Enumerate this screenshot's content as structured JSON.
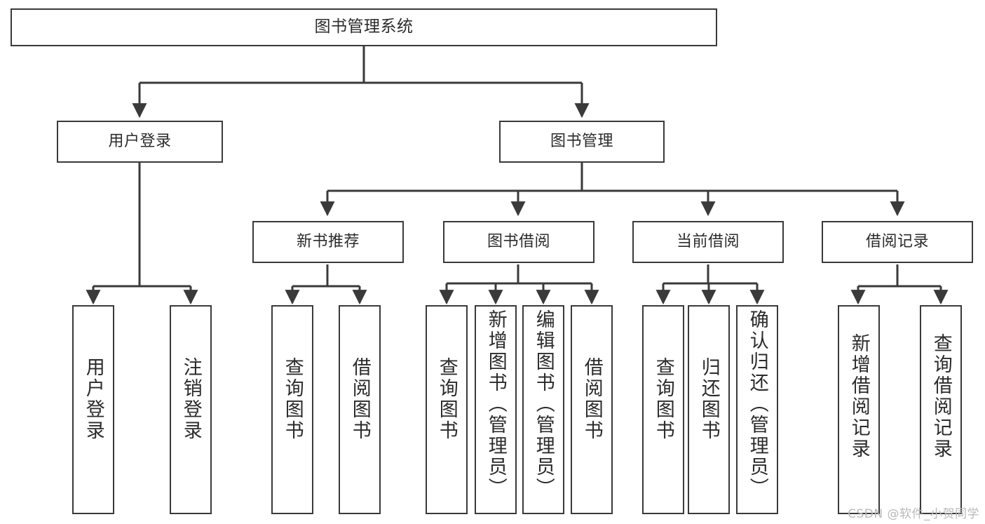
{
  "diagram": {
    "type": "tree-hierarchy",
    "title": "图书管理系统",
    "root": {
      "id": "root",
      "label": "图书管理系统"
    },
    "level1": [
      {
        "id": "user-login",
        "label": "用户登录"
      },
      {
        "id": "book-manage",
        "label": "图书管理"
      }
    ],
    "level2": [
      {
        "id": "new-book-rec",
        "label": "新书推荐",
        "parent": "book-manage"
      },
      {
        "id": "book-borrow",
        "label": "图书借阅",
        "parent": "book-manage"
      },
      {
        "id": "current-borrow",
        "label": "当前借阅",
        "parent": "book-manage"
      },
      {
        "id": "borrow-record",
        "label": "借阅记录",
        "parent": "book-manage"
      }
    ],
    "leaves": [
      {
        "id": "leaf-user-login",
        "label": "用户登录",
        "parent": "user-login"
      },
      {
        "id": "leaf-user-logout",
        "label": "注销登录",
        "parent": "user-login"
      },
      {
        "id": "leaf-query-book-1",
        "label": "查询图书",
        "parent": "new-book-rec"
      },
      {
        "id": "leaf-borrow-book-1",
        "label": "借阅图书",
        "parent": "new-book-rec"
      },
      {
        "id": "leaf-query-book-2",
        "label": "查询图书",
        "parent": "book-borrow"
      },
      {
        "id": "leaf-add-book",
        "label": "新增图书（管理员）",
        "parent": "book-borrow"
      },
      {
        "id": "leaf-edit-book",
        "label": "编辑图书（管理员）",
        "parent": "book-borrow"
      },
      {
        "id": "leaf-borrow-book-2",
        "label": "借阅图书",
        "parent": "book-borrow"
      },
      {
        "id": "leaf-query-book-3",
        "label": "查询图书",
        "parent": "current-borrow"
      },
      {
        "id": "leaf-return-book",
        "label": "归还图书",
        "parent": "current-borrow"
      },
      {
        "id": "leaf-confirm-return",
        "label": "确认归还（管理员）",
        "parent": "current-borrow"
      },
      {
        "id": "leaf-add-record",
        "label": "新增借阅记录",
        "parent": "borrow-record"
      },
      {
        "id": "leaf-query-record",
        "label": "查询借阅记录",
        "parent": "borrow-record"
      }
    ],
    "watermark": "CSDN @软件_小贺同学",
    "colors": {
      "stroke": "#3a3a3a",
      "text": "#2b2b2b",
      "background": "#ffffff",
      "watermark": "#b9b9b9"
    }
  }
}
